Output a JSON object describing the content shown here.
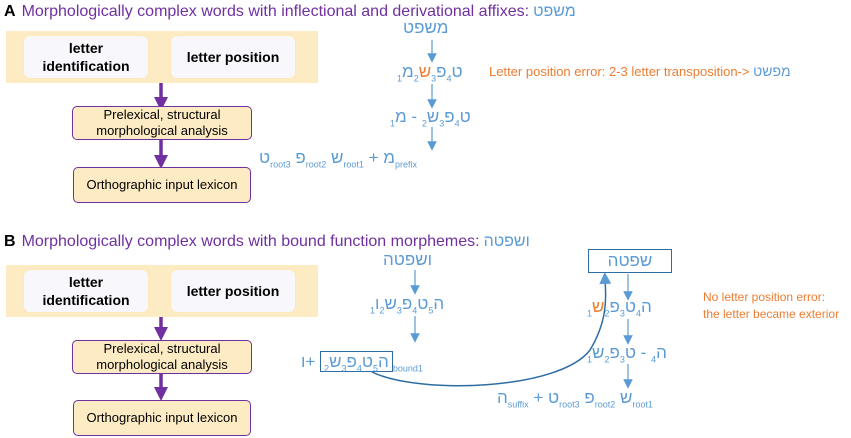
{
  "sectionA": {
    "label": "A",
    "title": "Morphologically complex words with inflectional and derivational affixes:",
    "word": "משפט",
    "box_letter_identification": "letter identification",
    "box_letter_position": "letter position",
    "box_prelexical": "Prelexical, structural morphological analysis",
    "box_lexicon": "Orthographic input lexicon",
    "seq_word": "משפט",
    "error_note": "Letter position error: 2-3 letter transposition->",
    "error_word": "מפשט"
  },
  "sectionB": {
    "label": "B",
    "title": "Morphologically complex words with bound function morphemes:",
    "word": "ושפטה",
    "box_letter_identification": "letter identification",
    "box_letter_position": "letter position",
    "box_prelexical": "Prelexical, structural morphological analysis",
    "box_lexicon": "Orthographic input lexicon",
    "seq_word": "ושפטה",
    "boxed_word": "שפטה",
    "note_line1": "No letter position error:",
    "note_line2": "the letter became exterior"
  },
  "colors": {
    "purple": "#7030a0",
    "blue": "#5b9bd5",
    "orange": "#ed7d31",
    "band": "#fdebc4"
  }
}
